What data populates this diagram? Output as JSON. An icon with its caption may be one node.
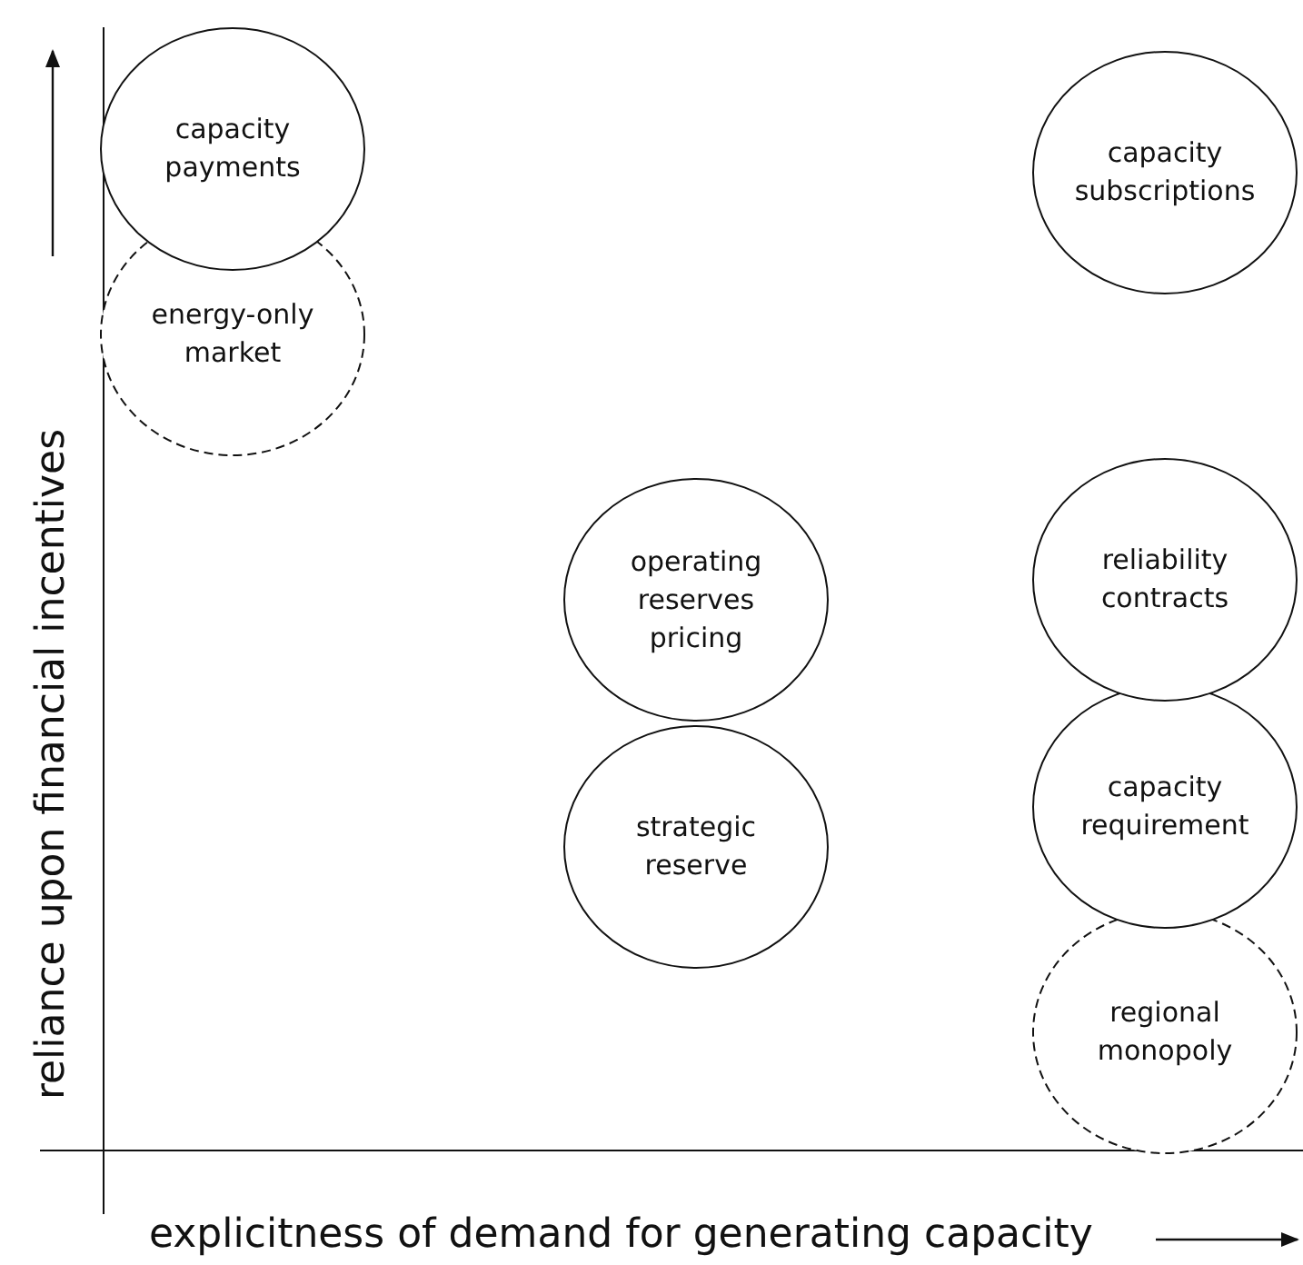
{
  "diagram": {
    "nodes": [
      {
        "text": [
          "capacity payments"
        ]
      },
      {
        "text": [
          "energy-only market"
        ]
      },
      {
        "text": [
          "capacity subscriptions"
        ]
      },
      {
        "text": [
          "operating reserves pricing"
        ]
      },
      {
        "text": [
          "strategic reserve"
        ]
      },
      {
        "text": [
          "reliability contracts"
        ]
      },
      {
        "text": [
          "capacity requirement"
        ]
      },
      {
        "text": [
          "regional monopoly"
        ]
      }
    ],
    "edges": [],
    "labels": [
      "reliance upon financial incentives",
      "explicitness of demand for generating capacity"
    ]
  }
}
